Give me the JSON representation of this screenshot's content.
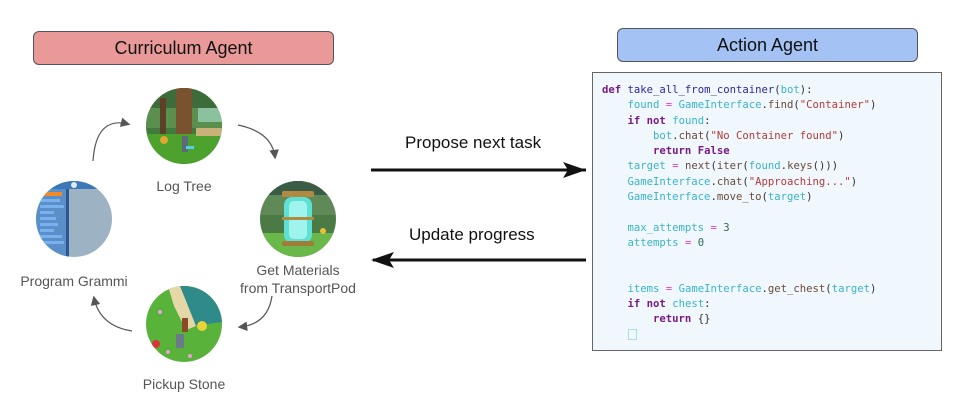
{
  "curriculum_agent": {
    "title": "Curriculum Agent",
    "header_color": "#ea9999",
    "tasks": [
      {
        "label": "Log Tree",
        "image_icon": "forest-tree-screenshot"
      },
      {
        "label": "Get Materials\nfrom TransportPod",
        "image_icon": "transport-pod-screenshot"
      },
      {
        "label": "Pickup Stone",
        "image_icon": "beach-meadow-screenshot"
      },
      {
        "label": "Program Grammi",
        "image_icon": "programming-ui-screenshot"
      }
    ]
  },
  "flows": {
    "propose": "Propose next task",
    "update": "Update progress"
  },
  "action_agent": {
    "title": "Action Agent",
    "header_color": "#a4c2f4",
    "code_lines": [
      "def take_all_from_container(bot):",
      "    found = GameInterface.find(\"Container\")",
      "    if not found:",
      "        bot.chat(\"No Container found\")",
      "        return False",
      "    target = next(iter(found.keys()))",
      "    GameInterface.chat(\"Approaching...\")",
      "    GameInterface.move_to(target)",
      "",
      "    max_attempts = 3",
      "    attempts = 0",
      "",
      "",
      "    items = GameInterface.get_chest(target)",
      "    if not chest:",
      "        return {}",
      "    □"
    ]
  }
}
